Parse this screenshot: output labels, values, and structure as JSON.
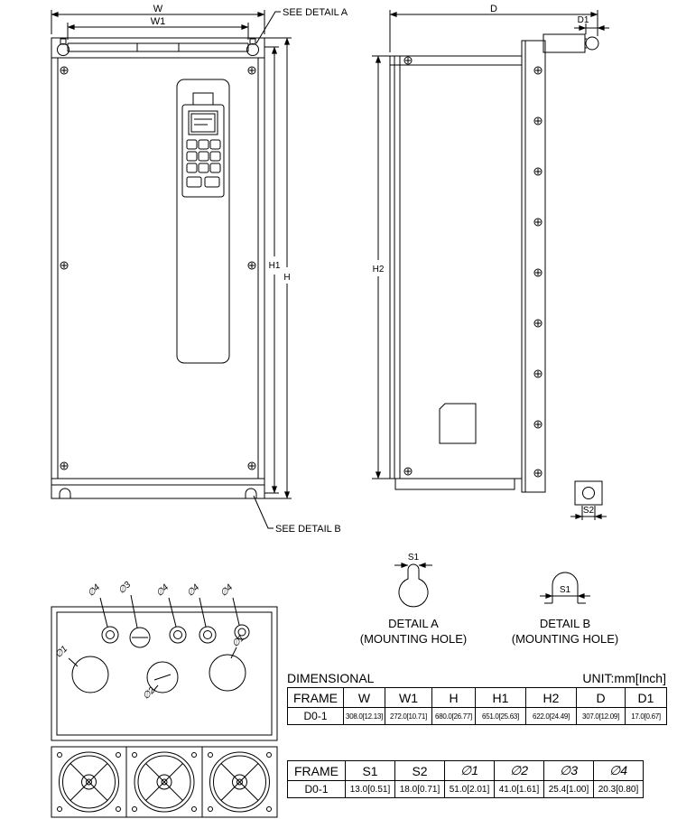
{
  "page": {
    "dimensional_label": "DIMENSIONAL",
    "unit_label": "UNIT:mm[Inch]"
  },
  "front_view": {
    "w": "W",
    "w1": "W1",
    "h": "H",
    "h1": "H1",
    "see_detail_a": "SEE DETAIL A",
    "see_detail_b": "SEE DETAIL B"
  },
  "side_view": {
    "d": "D",
    "d1": "D1",
    "h2": "H2",
    "s2": "S2"
  },
  "bottom_view": {
    "hole_labels": [
      "∅4",
      "∅3",
      "∅4",
      "∅4",
      "∅4"
    ],
    "phi1_left": "∅1",
    "phi1_right": "∅1",
    "phi2": "∅2"
  },
  "detail_a": {
    "s1": "S1",
    "title": "DETAIL A",
    "subtitle": "(MOUNTING HOLE)"
  },
  "detail_b": {
    "s1": "S1",
    "title": "DETAIL B",
    "subtitle": "(MOUNTING HOLE)"
  },
  "dim_table": {
    "headers": [
      "FRAME",
      "W",
      "W1",
      "H",
      "H1",
      "H2",
      "D",
      "D1"
    ],
    "row": [
      "D0-1",
      "308.0[12.13]",
      "272.0[10.71]",
      "680.0[26.77]",
      "651.0[25.63]",
      "622.0[24.49]",
      "307.0[12.09]",
      "17.0[0.67]"
    ]
  },
  "hole_table": {
    "headers": [
      "FRAME",
      "S1",
      "S2",
      "∅1",
      "∅2",
      "∅3",
      "∅4"
    ],
    "row": [
      "D0-1",
      "13.0[0.51]",
      "18.0[0.71]",
      "51.0[2.01]",
      "41.0[1.61]",
      "25.4[1.00]",
      "20.3[0.80]"
    ]
  }
}
